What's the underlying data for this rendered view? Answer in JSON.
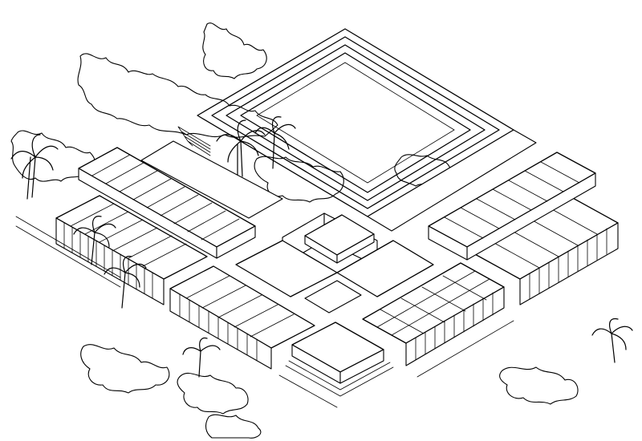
{
  "drawing": {
    "stroke_color": "#000000",
    "background_color": "#ffffff",
    "style": "isometric line sketch",
    "components": [
      "terraced-courtyard",
      "west-wing-roof",
      "southwest-wing-roof",
      "south-wing-roof",
      "east-wing-roof",
      "southeast-wing-roof",
      "northeast-wing-roof",
      "central-pavilion",
      "central-skylight",
      "entrance-pavilion",
      "palm-trees",
      "foliage-masses"
    ]
  }
}
